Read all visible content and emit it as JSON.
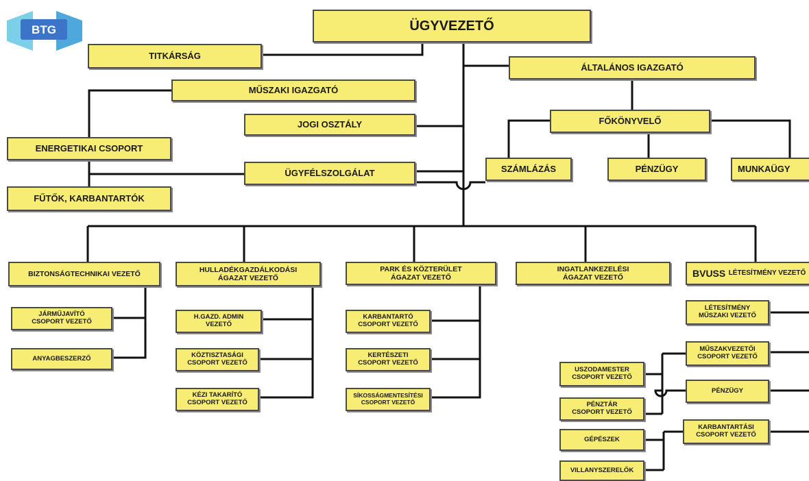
{
  "logo": {
    "text": "BTG",
    "colors": {
      "tile": "#3b74c9",
      "wing": "#7ccfe8"
    }
  },
  "colors": {
    "box_fill": "#f7ec74",
    "box_border": "#4a4a4a",
    "line": "#111111"
  },
  "boxes": {
    "ceo": "ÜGYVEZETŐ",
    "titkarsag": "TITKÁRSÁG",
    "altalanos": "ÁLTALÁNOS IGAZGATÓ",
    "muszaki": "MŰSZAKI IGAZGATÓ",
    "jogi": "JOGI OSZTÁLY",
    "fokonyvelo": "FŐKÖNYVELŐ",
    "energetikai": "ENERGETIKAI CSOPORT",
    "ugyfel": "ÜGYFÉLSZOLGÁLAT",
    "szamlazas": "SZÁMLÁZÁS",
    "penzugy_top": "PÉNZÜGY",
    "munkaugy": "MUNKAÜGY",
    "futok": "FŰTŐK, KARBANTARTÓK",
    "biztonsag": "BIZTONSÁGTECHNIKAI VEZETŐ",
    "hulladek": [
      "HULLADÉKGAZDÁLKODÁSI",
      "ÁGAZAT VEZETŐ"
    ],
    "park": [
      "PARK ÉS KÖZTERÜLET",
      "ÁGAZAT VEZETŐ"
    ],
    "ingatlan": [
      "INGATLANKEZELÉSI",
      "ÁGAZAT VEZETŐ"
    ],
    "bvuss": {
      "bold": "BVUSS",
      "rest": "LÉTESÍTMÉNY VEZETŐ"
    },
    "jarmujavito": [
      "JÁRMŰJAVÍTÓ",
      "CSOPORT VEZETŐ"
    ],
    "anyag": "ANYAGBESZERZŐ",
    "hgazd": [
      "H.GAZD. ADMIN",
      "VEZETŐ"
    ],
    "koztiszt": [
      "KÖZTISZTASÁGI",
      "CSOPORT VEZETŐ"
    ],
    "kezi": [
      "KÉZI TAKARÍTÓ",
      "CSOPORT VEZETŐ"
    ],
    "karbantarto": [
      "KARBANTARTÓ",
      "CSOPORT VEZETŐ"
    ],
    "kerteszeti": [
      "KERTÉSZETI",
      "CSOPORT VEZETŐ"
    ],
    "sikossag": [
      "SÍKOSSÁGMENTESÍTÉSI",
      "CSOPORT VEZETŐ"
    ],
    "letesitmeny": [
      "LÉTESÍTMÉNY",
      "MŰSZAKI VEZETŐ"
    ],
    "muszakvezetoi": [
      "MŰSZAKVEZETŐI",
      "CSOPORT VEZETŐ"
    ],
    "uszodamester": [
      "USZODAMESTER",
      "CSOPORT VEZETŐ"
    ],
    "penzugy_bottom": "PÉNZÜGY",
    "penztar": [
      "PÉNZTÁR",
      "CSOPORT VEZETŐ"
    ],
    "gepeszek": "GÉPÉSZEK",
    "karbantartasi": [
      "KARBANTARTÁSI",
      "CSOPORT VEZETŐ"
    ],
    "villany": "VILLANYSZERELŐK"
  }
}
